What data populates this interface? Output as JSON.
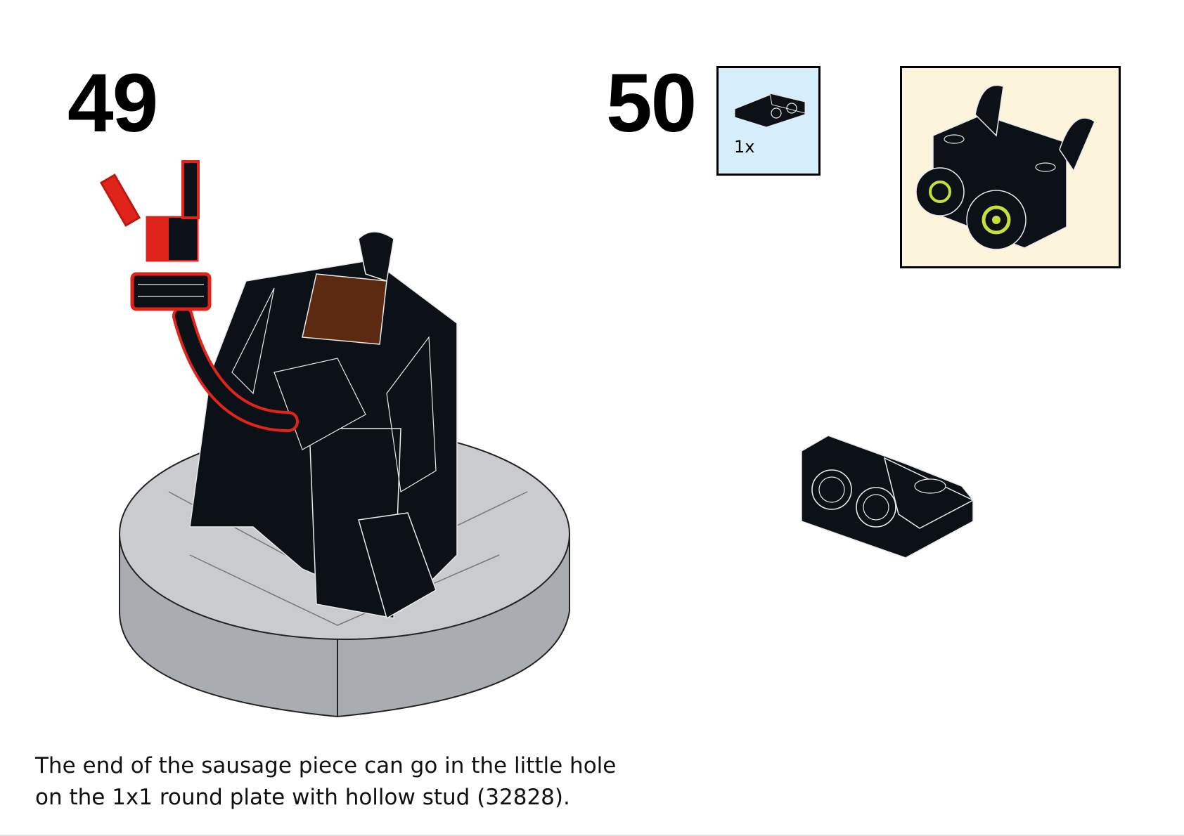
{
  "steps": [
    {
      "number": "49"
    },
    {
      "number": "50"
    }
  ],
  "parts_list": {
    "quantity": "1x"
  },
  "caption": {
    "line1": "The end of the sausage piece can go in the little hole",
    "line2": "on the 1x1 round plate with hollow stud (32828)."
  },
  "colors": {
    "brick_black": "#0c1117",
    "highlight_red": "#e0241b",
    "base_gray": "#b4b7ba",
    "reddish_brown": "#5c2a10",
    "lime_accent": "#c6e03a",
    "parts_box_bg": "#d6eefc",
    "subassembly_bg": "#fdf4dc"
  }
}
